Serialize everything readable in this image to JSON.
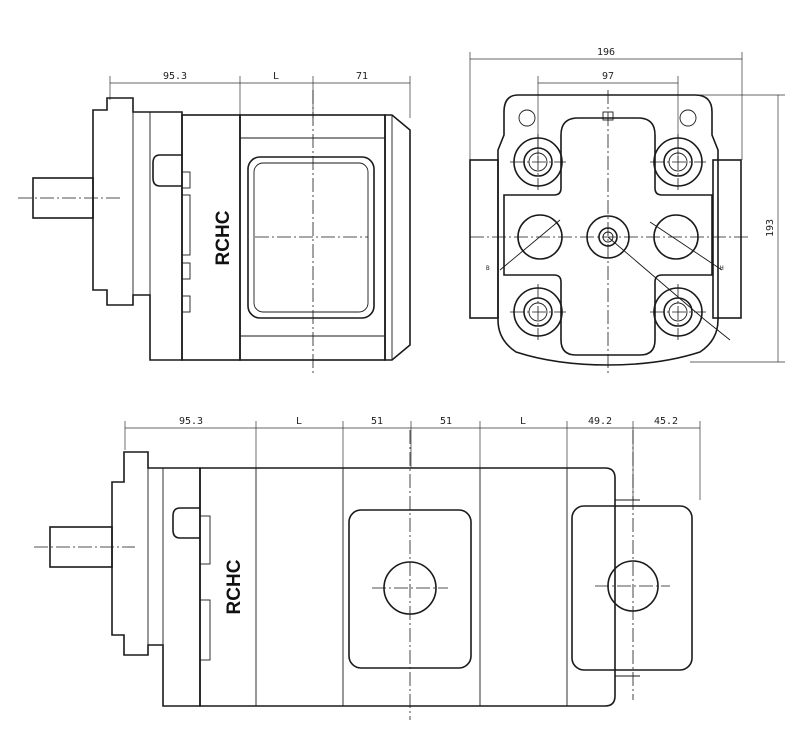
{
  "brand": "RCHC",
  "side_view_dims": {
    "front": "95.3",
    "body": "L",
    "rear": "71"
  },
  "end_view_dims": {
    "width": "196",
    "bolt_spacing": "97",
    "height": "193",
    "tag_left": "B",
    "tag_right": "H"
  },
  "tandem_view_dims": {
    "front": "95.3",
    "body_1": "L",
    "sec_1": "51",
    "sec_2": "51",
    "body_2": "L",
    "port_1": "49.2",
    "port_2": "45.2"
  },
  "colors": {
    "line": "#1a1a1a",
    "background": "#ffffff"
  }
}
